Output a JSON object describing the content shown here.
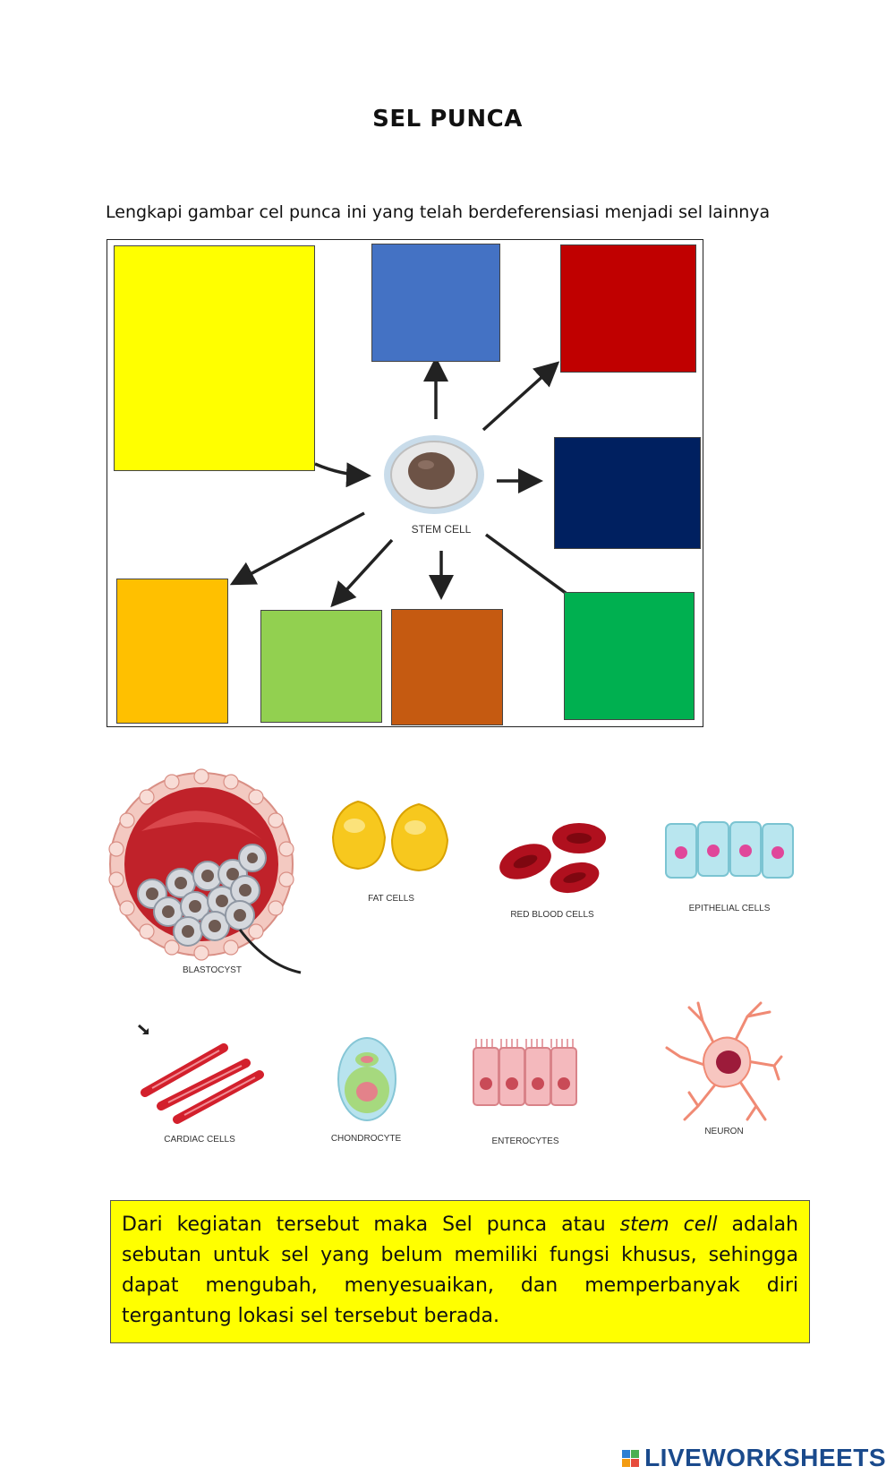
{
  "page": {
    "title": "SEL PUNCA",
    "instruction": "Lengkapi gambar cel punca ini yang telah berdeferensiasi menjadi sel lainnya"
  },
  "diagram": {
    "center_label": "STEM CELL",
    "drop_box_colors": {
      "yellow": "#ffff00",
      "blue": "#4472c4",
      "red": "#c00000",
      "navy": "#002060",
      "orange": "#ffc000",
      "light_green": "#92d050",
      "brown": "#c55a11",
      "green": "#00b050"
    }
  },
  "cell_bank": {
    "items": [
      {
        "label": "BLASTOCYST",
        "icon": "blastocyst-icon"
      },
      {
        "label": "FAT CELLS",
        "icon": "fat-cells-icon"
      },
      {
        "label": "RED BLOOD CELLS",
        "icon": "red-blood-cells-icon"
      },
      {
        "label": "EPITHELIAL CELLS",
        "icon": "epithelial-cells-icon"
      },
      {
        "label": "CARDIAC CELLS",
        "icon": "cardiac-cells-icon"
      },
      {
        "label": "CHONDROCYTE",
        "icon": "chondrocyte-icon"
      },
      {
        "label": "ENTEROCYTES",
        "icon": "enterocytes-icon"
      },
      {
        "label": "NEURON",
        "icon": "neuron-icon"
      }
    ]
  },
  "conclusion": {
    "part1": "Dari kegiatan tersebut maka Sel punca atau ",
    "emphasis": "stem cell",
    "part2": " adalah sebutan untuk sel yang belum memiliki fungsi khusus, sehingga dapat mengubah, menyesuaikan, dan memperbanyak diri tergantung lokasi sel tersebut berada."
  },
  "footer": {
    "brand": "LIVEWORKSHEETS"
  }
}
